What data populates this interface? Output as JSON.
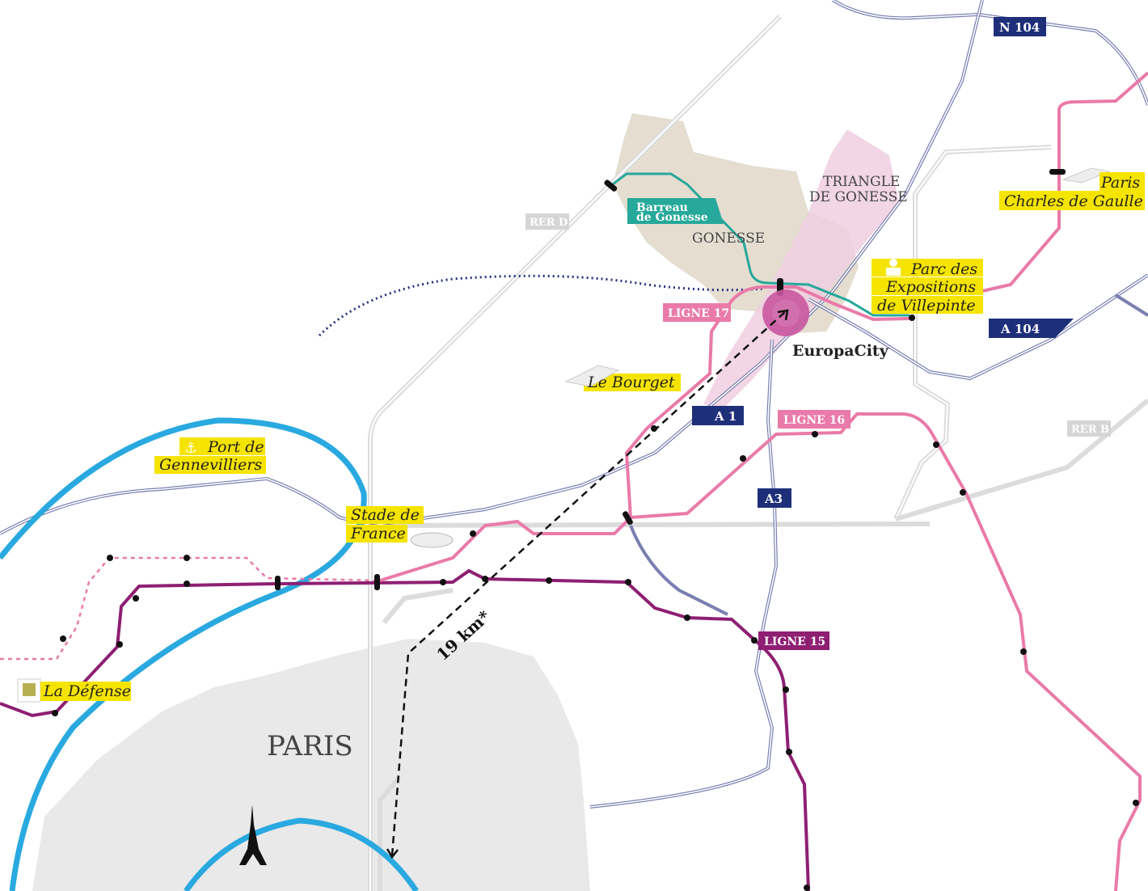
{
  "map": {
    "colors": {
      "seine": "#29a9e0",
      "ligne15": "#8e1f72",
      "ligne16": "#e97aa9",
      "ligne17": "#e97aa9",
      "barreau": "#26a89a",
      "highway": "#1e2f7a",
      "label": "#f5e400",
      "paris": "#e8e8e8",
      "gonesse": "#e4ddd0"
    },
    "places": {
      "paris": "PARIS",
      "gonesse": "GONESSE",
      "triangle_1": "TRIANGLE",
      "triangle_2": "DE GONESSE",
      "europacity": "EuropaCity"
    },
    "poi": {
      "cdg_1": "Paris",
      "cdg_2": "Charles de Gaulle",
      "parc_1": "Parc des",
      "parc_2": "Expositions",
      "parc_3": "de Villepinte",
      "bourget": "Le Bourget",
      "port_1": "Port de",
      "port_2": "Gennevilliers",
      "stade_1": "Stade de",
      "stade_2": "France",
      "defense": "La Défense"
    },
    "highways": {
      "n104": "N 104",
      "a104": "A 104",
      "a1": "A 1",
      "a3": "A3"
    },
    "rer": {
      "d": "RER D",
      "b": "RER B"
    },
    "lines": {
      "l15": "LIGNE 15",
      "l16": "LIGNE 16",
      "l17": "LIGNE 17",
      "barreau_1": "Barreau",
      "barreau_2": "de Gonesse"
    },
    "distance": "19 km*",
    "icons": [
      "airplane-icon",
      "exhibition-person-icon",
      "anchor-icon",
      "stadium-icon",
      "la-defense-icon",
      "eiffel-tower-icon"
    ]
  }
}
